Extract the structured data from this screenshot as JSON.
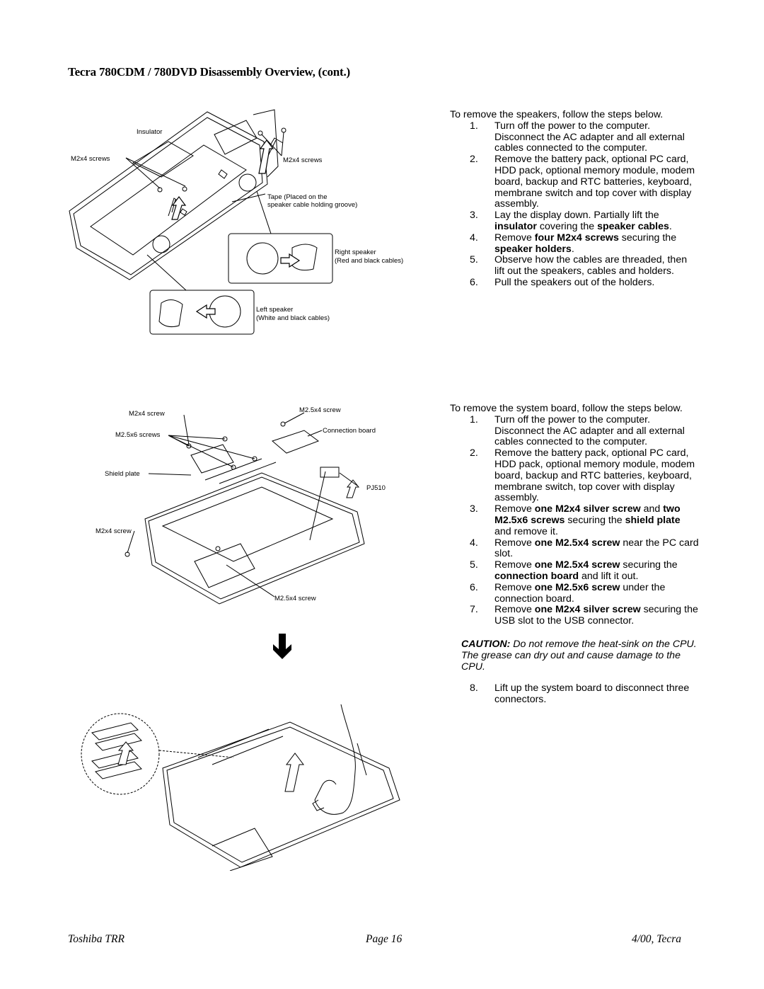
{
  "header": {
    "title": "Tecra 780CDM / 780DVD Disassembly Overview, (cont.)"
  },
  "figure1": {
    "labels": {
      "insulator": "Insulator",
      "m2x4_left": "M2x4 screws",
      "m2x4_right": "M2x4 screws",
      "tape_line1": "Tape (Placed on the",
      "tape_line2": "speaker cable holding groove)",
      "right_speaker_line1": "Right speaker",
      "right_speaker_line2": "(Red and black cables)",
      "left_speaker_line1": "Left speaker",
      "left_speaker_line2": "(White and black cables)"
    }
  },
  "figure2": {
    "labels": {
      "m2x4_screw_top": "M2x4 screw",
      "m25x4_screw_top": "M2.5x4 screw",
      "m25x6_screws": "M2.5x6 screws",
      "connection_board": "Connection board",
      "shield_plate": "Shield plate",
      "pj510": "PJ510",
      "m2x4_screw_left": "M2x4 screw",
      "m25x4_screw_bottom": "M2.5x4 screw"
    }
  },
  "speakers": {
    "intro": "To remove the speakers, follow the steps below.",
    "steps": [
      {
        "num": "1.",
        "parts": [
          {
            "t": "Turn off the power to the computer. Disconnect the AC adapter and all external cables connected to the computer."
          }
        ]
      },
      {
        "num": "2.",
        "parts": [
          {
            "t": "Remove the battery pack, optional PC card, HDD pack, optional memory module, modem board, backup and RTC batteries, keyboard, membrane switch and top cover with display assembly."
          }
        ]
      },
      {
        "num": "3.",
        "parts": [
          {
            "t": "Lay the display down.  Partially lift the "
          },
          {
            "t": "insulator",
            "b": true
          },
          {
            "t": " covering the "
          },
          {
            "t": "speaker cables",
            "b": true
          },
          {
            "t": "."
          }
        ]
      },
      {
        "num": "4.",
        "parts": [
          {
            "t": "Remove "
          },
          {
            "t": "four M2x4 screws",
            "b": true
          },
          {
            "t": " securing the "
          },
          {
            "t": "speaker holders",
            "b": true
          },
          {
            "t": "."
          }
        ]
      },
      {
        "num": "5.",
        "parts": [
          {
            "t": "Observe how the cables are threaded, then lift out the speakers, cables and holders."
          }
        ]
      },
      {
        "num": "6.",
        "parts": [
          {
            "t": "Pull the speakers out of the holders."
          }
        ]
      }
    ]
  },
  "system_board": {
    "intro": "To remove the system board, follow the steps below.",
    "steps": [
      {
        "num": "1.",
        "parts": [
          {
            "t": "Turn off the power to the computer. Disconnect the AC adapter and all external cables connected to the computer."
          }
        ]
      },
      {
        "num": "2.",
        "parts": [
          {
            "t": "Remove the battery pack, optional PC card, HDD pack, optional memory module, modem board, backup and RTC batteries, keyboard, membrane switch, top cover with display assembly."
          }
        ]
      },
      {
        "num": "3.",
        "parts": [
          {
            "t": "Remove "
          },
          {
            "t": "one M2x4 silver screw",
            "b": true
          },
          {
            "t": " and "
          },
          {
            "t": "two M2.5x6 screws",
            "b": true
          },
          {
            "t": " securing the "
          },
          {
            "t": "shield plate",
            "b": true
          },
          {
            "t": " and remove it."
          }
        ]
      },
      {
        "num": "4.",
        "parts": [
          {
            "t": "Remove "
          },
          {
            "t": "one M2.5x4 screw",
            "b": true
          },
          {
            "t": " near the PC card slot."
          }
        ]
      },
      {
        "num": "5.",
        "parts": [
          {
            "t": "Remove "
          },
          {
            "t": "one M2.5x4 screw",
            "b": true
          },
          {
            "t": " securing the "
          },
          {
            "t": "connection board",
            "b": true
          },
          {
            "t": " and lift it out."
          }
        ]
      },
      {
        "num": "6.",
        "parts": [
          {
            "t": "Remove "
          },
          {
            "t": "one M2.5x6 screw",
            "b": true
          },
          {
            "t": " under the connection  board."
          }
        ]
      },
      {
        "num": "7.",
        "parts": [
          {
            "t": "Remove "
          },
          {
            "t": "one M2x4 silver screw",
            "b": true
          },
          {
            "t": " securing the USB slot to the USB connector."
          }
        ]
      }
    ],
    "caution_label": "CAUTION:",
    "caution_text": " Do not remove the heat-sink on the CPU.  The grease can dry out and cause damage to the CPU.",
    "after_steps": [
      {
        "num": "8.",
        "parts": [
          {
            "t": "Lift up the system board to disconnect three connectors."
          }
        ]
      }
    ]
  },
  "footer": {
    "left": "Toshiba TRR",
    "center": "Page 16",
    "right": "4/00, Tecra"
  }
}
